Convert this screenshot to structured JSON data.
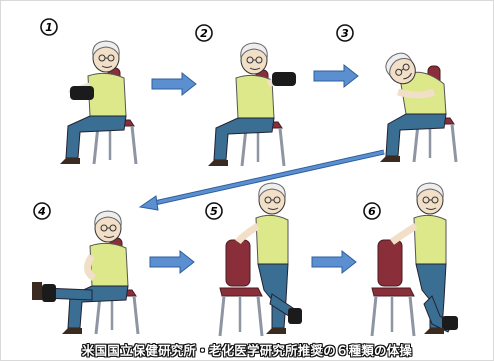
{
  "steps": [
    "1",
    "2",
    "3",
    "4",
    "5",
    "6"
  ],
  "caption": "米国国立保健研究所・老化医学研究所推奨の６種類の体操",
  "colors": {
    "arrow_fill": "#5b8fd0",
    "arrow_edge": "#2d5f9e",
    "shirt": "#dce88a",
    "pants": "#3a6e92",
    "chair_seat": "#8a2f3a",
    "chair_frame": "#8e96a4",
    "skin": "#f2dfc8",
    "hair": "#eeeeee",
    "weight_band": "#1b1b1b"
  }
}
